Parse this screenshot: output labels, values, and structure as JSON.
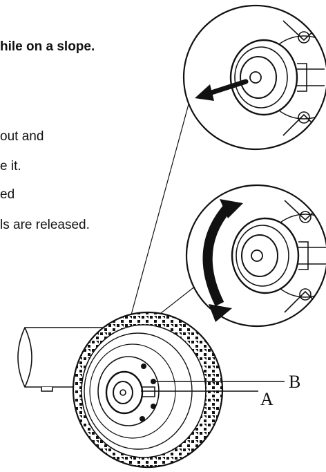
{
  "text_lines": [
    "hile on a slope.",
    "out and",
    "e it.",
    "ed",
    "ls are released."
  ],
  "callouts": {
    "a": "A",
    "b": "B"
  },
  "icons": {
    "wheel": "wheel-tire-icon",
    "hub_detail_pull": "pull-out-arrow-icon",
    "hub_detail_rotate": "rotate-arrow-icon"
  },
  "colors": {
    "ink": "#111111",
    "paper": "#ffffff"
  }
}
